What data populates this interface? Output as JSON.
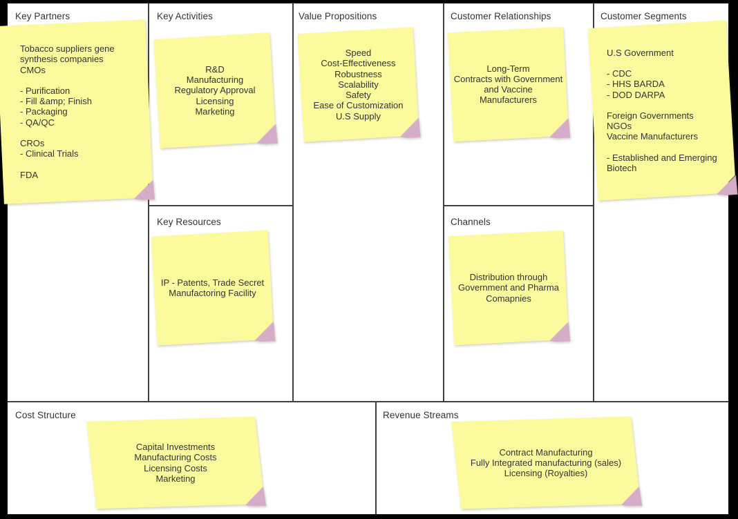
{
  "canvas": {
    "page_background": "#000000",
    "board_background": "#ffffff",
    "grid_line_color": "#404040",
    "note_color": "#FBFB9E",
    "fold_color": "#D5ADC8",
    "text_color": "#333333"
  },
  "sections": {
    "key_partners": {
      "label": "Key Partners",
      "note": {
        "align": "left",
        "text": "Tobacco suppliers gene\nsynthesis companies\nCMOs\n\n- Purification\n- Fill &amp; Finish\n- Packaging\n- QA/QC\n\nCROs\n- Clinical Trials\n\nFDA"
      }
    },
    "key_activities": {
      "label": "Key Activities",
      "note": {
        "align": "center",
        "text": "R&D\nManufacturing\nRegulatory Approval\nLicensing\nMarketing"
      }
    },
    "key_resources": {
      "label": "Key Resources",
      "note": {
        "align": "center",
        "text": "IP - Patents, Trade Secret\nManufactoring Facility"
      }
    },
    "value_propositions": {
      "label": "Value Propositions",
      "note": {
        "align": "center",
        "text": "Speed\nCost-Effectiveness\nRobustness\nScalability\nSafety\nEase of Customization\nU.S Supply"
      }
    },
    "customer_relationships": {
      "label": "Customer Relationships",
      "note": {
        "align": "center",
        "text": "Long-Term\nContracts with Government\nand Vaccine\nManufacturers"
      }
    },
    "channels": {
      "label": "Channels",
      "note": {
        "align": "center",
        "text": "Distribution through\nGovernment and Pharma\nComapnies"
      }
    },
    "customer_segments": {
      "label": "Customer Segments",
      "note": {
        "align": "left",
        "text": "U.S Government\n\n- CDC\n- HHS BARDA\n- DOD DARPA\n\nForeign Governments\nNGOs\nVaccine Manufacturers\n\n- Established and Emerging\nBiotech"
      }
    },
    "cost_structure": {
      "label": "Cost Structure",
      "note": {
        "align": "center",
        "text": "Capital Investments\nManufacturing Costs\nLicensing Costs\nMarketing"
      }
    },
    "revenue_streams": {
      "label": "Revenue Streams",
      "note": {
        "align": "center",
        "text": "Contract Manufacturing\nFully Integrated manufacturing (sales)\nLicensing (Royalties)"
      }
    }
  }
}
